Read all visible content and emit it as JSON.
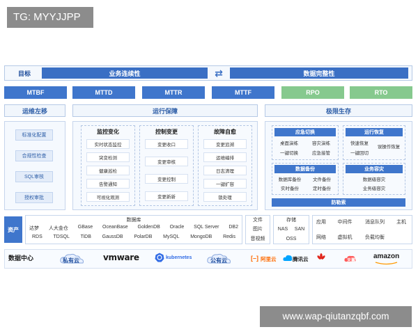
{
  "watermark_tag": "TG: MYYJJPP",
  "footer_url": "www.wap-qiutanzqbf.com",
  "header": {
    "label": "目标",
    "left_bar": "业务连续性",
    "right_bar": "数据完整性"
  },
  "metrics": [
    {
      "label": "MTBF"
    },
    {
      "label": "MTTD"
    },
    {
      "label": "MTTR"
    },
    {
      "label": "MTTF"
    },
    {
      "label": "RPO"
    },
    {
      "label": "RTO"
    }
  ],
  "sections": {
    "left": "运维左移",
    "middle": "运行保障",
    "right": "极限生存"
  },
  "left_items": [
    "标准化配置",
    "合规性检查",
    "SQL审核",
    "授权审批"
  ],
  "middle_cols": [
    {
      "title": "监控变化",
      "items": [
        "实时状态监控",
        "突变检测",
        "健康巡检",
        "告警通知",
        "可视化观测"
      ]
    },
    {
      "title": "控制变更",
      "items": [
        "变更收口",
        "变更审核",
        "变更控制",
        "变更新新"
      ]
    },
    {
      "title": "故障自愈",
      "items": [
        "变更追溯",
        "运维编排",
        "日志清理",
        "一键扩容",
        "锁处理"
      ]
    }
  ],
  "right_groups": {
    "emergency": {
      "title": "应急切换",
      "items": [
        "桌面演练",
        "容灾演练",
        "一键切换",
        "应急接管"
      ]
    },
    "recovery": {
      "title": "运行恢复",
      "items": [
        "快速恢复",
        "一键回切",
        "误操作恢复"
      ]
    },
    "backup": {
      "title": "数据备份",
      "items": [
        "数据库备份",
        "文件备份",
        "实时备份",
        "定时备份"
      ]
    },
    "dr": {
      "title": "业务容灾",
      "items": [
        "数据级容灾",
        "业务级容灾"
      ]
    },
    "ransom": "防勒索"
  },
  "assets": {
    "side_label": "资产",
    "db_title": "数据库",
    "db_row1": [
      "达梦",
      "人大金仓",
      "GBase",
      "OceanBase",
      "GoldenDB",
      "Oracle",
      "SQL Server",
      "DB2"
    ],
    "db_row2": [
      "RDS",
      "TDSQL",
      "TiDB",
      "GaussDB",
      "PolarDB",
      "MySQL",
      "MongoDB",
      "Redis"
    ],
    "file_col": [
      "文件",
      "图片",
      "音视频"
    ],
    "storage_title": "存储",
    "storage_items": [
      "NAS",
      "SAN",
      "OSS"
    ],
    "middleware": [
      "应用",
      "中间件",
      "消息队列",
      "主机",
      "网络",
      "虚拟机",
      "负载均衡"
    ]
  },
  "datacenter": {
    "label": "数据中心",
    "private_cloud": "私有云",
    "vmware": "vmware",
    "kubernetes": "kubernetes",
    "public_cloud": "公有云",
    "aliyun": "阿里云",
    "tencent": "腾讯云",
    "tianyi": "天翼云",
    "amazon": "amazon"
  },
  "colors": {
    "primary_blue": "#3f76cc",
    "green": "#86c98e",
    "frame": "#c6d5ec",
    "aliyun_orange": "#ff6a00",
    "huawei_red": "#e1251b"
  }
}
